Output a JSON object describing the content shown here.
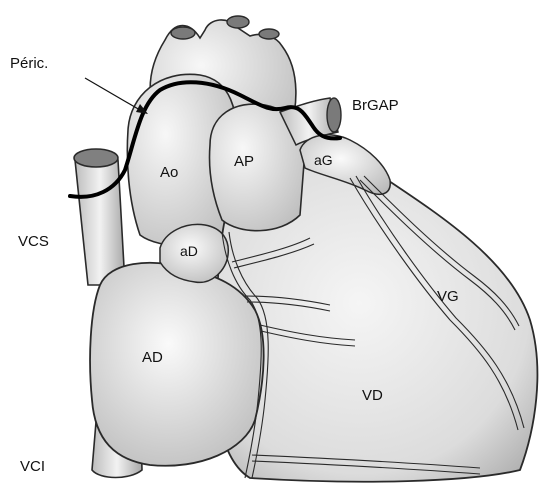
{
  "labels": {
    "peric": "Péric.",
    "brgap": "BrGAP",
    "ao": "Ao",
    "ap": "AP",
    "ag": "aG",
    "vcs": "VCS",
    "ad_small": "aD",
    "vg": "VG",
    "ad": "AD",
    "vd": "VD",
    "vci": "VCI"
  },
  "colors": {
    "tissue": "#e9e9e9",
    "tissue_shade": "#c9c9c9",
    "outline": "#2a2a2a",
    "pericardium_line": "#000000"
  }
}
